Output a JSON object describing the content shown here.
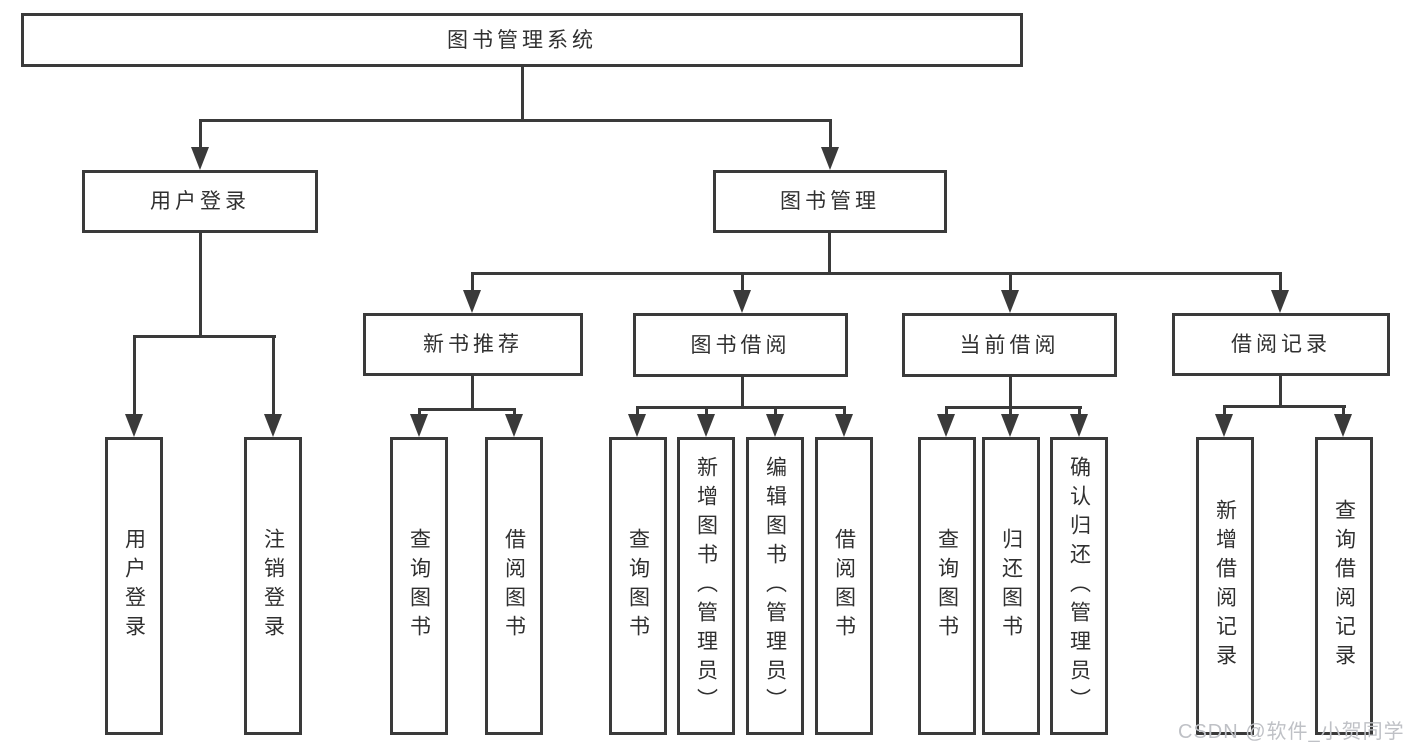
{
  "nodes": {
    "root": "图书管理系统",
    "level2": [
      "用户登录",
      "图书管理"
    ],
    "level3": [
      "新书推荐",
      "图书借阅",
      "当前借阅",
      "借阅记录"
    ],
    "leaves": [
      "用户登录",
      "注销登录",
      "查询图书",
      "借阅图书",
      "查询图书",
      "新增图书（管理员）",
      "编辑图书（管理员）",
      "借阅图书",
      "查询图书",
      "归还图书",
      "确认归还（管理员）",
      "新增借阅记录",
      "查询借阅记录"
    ]
  },
  "watermark": "CSDN @软件_小贺同学",
  "colors": {
    "line": "#3a3a3a",
    "text": "#303030",
    "watermark": "#bfc1c6",
    "background": "#ffffff"
  }
}
